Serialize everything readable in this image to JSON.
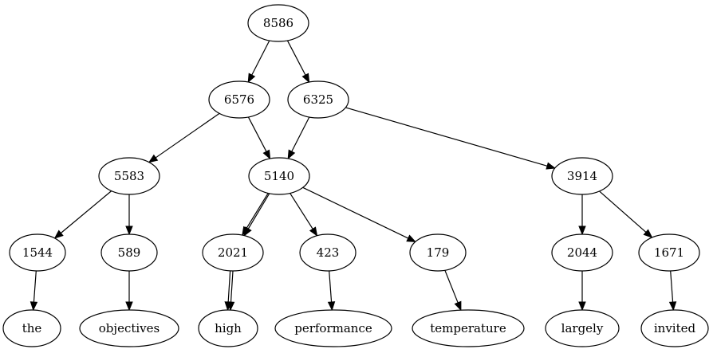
{
  "graph": {
    "nodes": [
      {
        "id": "n8586",
        "label": "8586"
      },
      {
        "id": "n6576",
        "label": "6576"
      },
      {
        "id": "n6325",
        "label": "6325"
      },
      {
        "id": "n5583",
        "label": "5583"
      },
      {
        "id": "n5140",
        "label": "5140"
      },
      {
        "id": "n3914",
        "label": "3914"
      },
      {
        "id": "n1544",
        "label": "1544"
      },
      {
        "id": "n589",
        "label": "589"
      },
      {
        "id": "n2021",
        "label": "2021"
      },
      {
        "id": "n423",
        "label": "423"
      },
      {
        "id": "n179",
        "label": "179"
      },
      {
        "id": "n2044",
        "label": "2044"
      },
      {
        "id": "n1671",
        "label": "1671"
      },
      {
        "id": "nthe",
        "label": "the"
      },
      {
        "id": "nobjectives",
        "label": "objectives"
      },
      {
        "id": "nhigh",
        "label": "high"
      },
      {
        "id": "nperformance",
        "label": "performance"
      },
      {
        "id": "ntemperature",
        "label": "temperature"
      },
      {
        "id": "nlargely",
        "label": "largely"
      },
      {
        "id": "ninvited",
        "label": "invited"
      }
    ],
    "edges": [
      {
        "from": "n8586",
        "to": "n6576"
      },
      {
        "from": "n8586",
        "to": "n6325"
      },
      {
        "from": "n6576",
        "to": "n5583"
      },
      {
        "from": "n6576",
        "to": "n5140"
      },
      {
        "from": "n6325",
        "to": "n5140"
      },
      {
        "from": "n6325",
        "to": "n3914"
      },
      {
        "from": "n5583",
        "to": "n1544"
      },
      {
        "from": "n5583",
        "to": "n589"
      },
      {
        "from": "n5140",
        "to": "n2021"
      },
      {
        "from": "n5140",
        "to": "n2021"
      },
      {
        "from": "n5140",
        "to": "n423"
      },
      {
        "from": "n5140",
        "to": "n179"
      },
      {
        "from": "n3914",
        "to": "n2044"
      },
      {
        "from": "n3914",
        "to": "n1671"
      },
      {
        "from": "n1544",
        "to": "nthe"
      },
      {
        "from": "n589",
        "to": "nobjectives"
      },
      {
        "from": "n2021",
        "to": "nhigh"
      },
      {
        "from": "n2021",
        "to": "nhigh"
      },
      {
        "from": "n423",
        "to": "nperformance"
      },
      {
        "from": "n179",
        "to": "ntemperature"
      },
      {
        "from": "n2044",
        "to": "nlargely"
      },
      {
        "from": "n1671",
        "to": "ninvited"
      }
    ]
  }
}
